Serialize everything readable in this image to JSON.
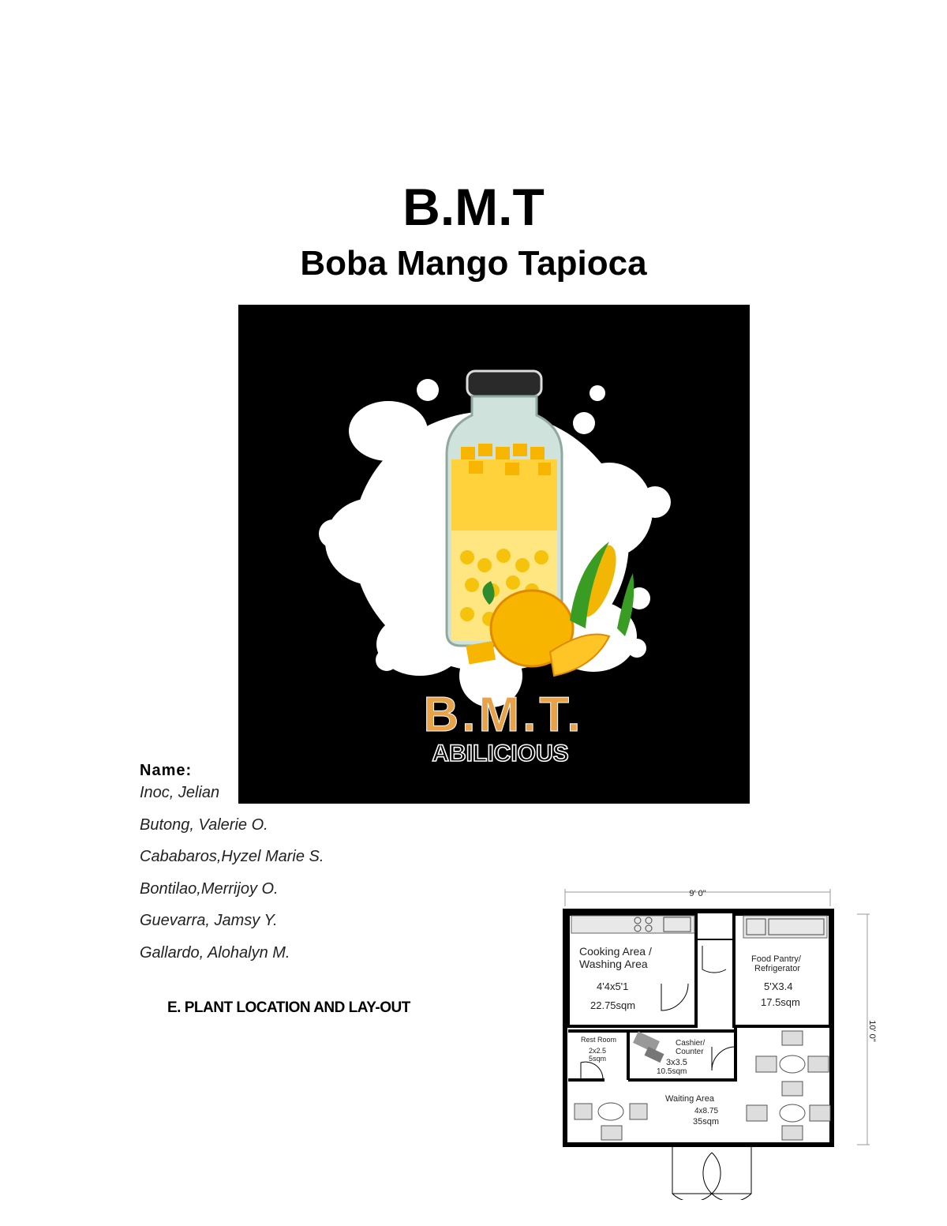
{
  "document": {
    "title": "B.M.T",
    "subtitle": "Boba Mango Tapioca"
  },
  "logo": {
    "brand_text": "B.M.T.",
    "tagline_text": "ABILICIOUS",
    "background_color": "#000000",
    "accent_color": "#E8A24A",
    "fruit_color": "#F7B500"
  },
  "members": {
    "label": "Name:",
    "names": [
      "Inoc, Jelian",
      "Butong, Valerie O.",
      "Cababaros,Hyzel Marie S.",
      "Bontilao,Merrijoy O.",
      "Guevarra, Jamsy Y.",
      "Gallardo, Alohalyn M."
    ]
  },
  "section": {
    "heading": "E.   PLANT LOCATION AND LAY-OUT"
  },
  "floorplan": {
    "width_label": "9' 0\"",
    "height_label": "10' 0\"",
    "cooking": {
      "name1": "Cooking Area /",
      "name2": "Washing Area",
      "dims": "4'4x5'1",
      "area": "22.75sqm"
    },
    "pantry": {
      "name1": "Food Pantry/",
      "name2": "Refrigerator",
      "dims": "5'X3.4",
      "area": "17.5sqm"
    },
    "restroom": {
      "name": "Rest Room",
      "dims": "2x2.5",
      "area": "5sqm"
    },
    "cashier": {
      "name1": "Cashier/",
      "name2": "Counter",
      "dims": "3x3.5",
      "area": "10.5sqm"
    },
    "waiting": {
      "name": "Waiting Area",
      "dims": "4x8.75",
      "area": "35sqm"
    }
  }
}
